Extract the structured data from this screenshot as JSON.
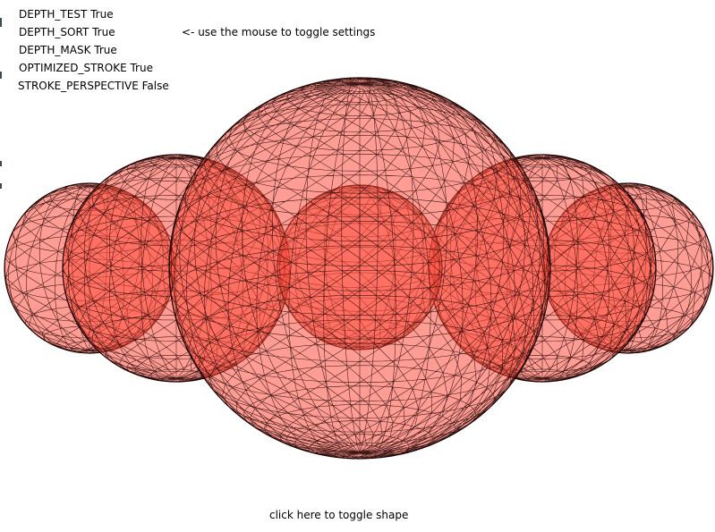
{
  "settings": [
    {
      "label": "DEPTH_TEST True"
    },
    {
      "label": "DEPTH_SORT True"
    },
    {
      "label": "DEPTH_MASK True"
    },
    {
      "label": "OPTIMIZED_STROKE True"
    },
    {
      "label": "STROKE_PERSPECTIVE False"
    }
  ],
  "hint": "<- use the mouse to toggle settings",
  "toggle_shape_label": "click here to toggle shape",
  "scene": {
    "shape": "sphere",
    "render": "wireframe",
    "fill_color": "#ff4a3a",
    "stroke_color": "#1a0000",
    "background": "#ffffff"
  }
}
